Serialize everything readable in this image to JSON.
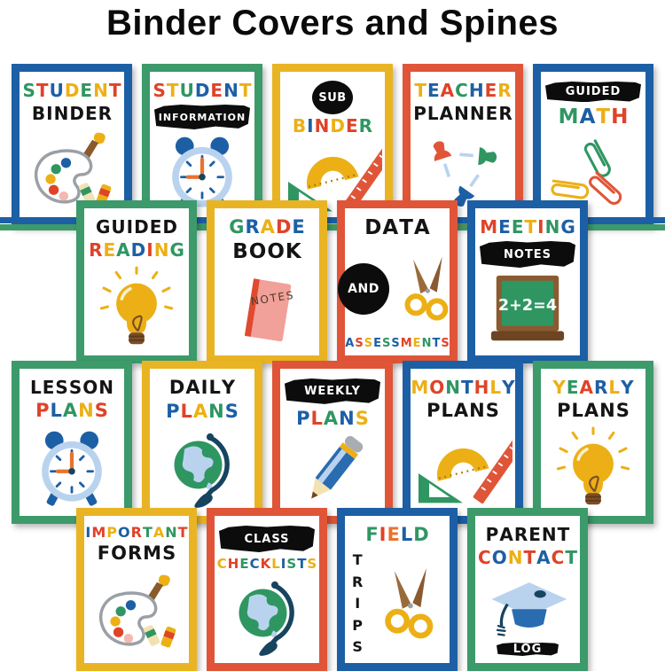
{
  "title": "Binder Covers and Spines",
  "palette": {
    "red": "#df4328",
    "orange": "#e8732e",
    "blue": "#1d5fa5",
    "green": "#2f9662",
    "yellow": "#ecb016",
    "black": "#141414"
  },
  "border_colors": {
    "blue": "#1d5fa5",
    "green": "#3d9a6a",
    "yellow": "#e9b424",
    "red": "#e05538"
  },
  "spines": {
    "behind_row": 2,
    "colors": [
      "blue",
      "green"
    ]
  },
  "covers": [
    {
      "name": "cover-student-binder",
      "border": "blue",
      "row": 1,
      "col": 0,
      "elements": [
        {
          "kind": "multi",
          "text": "STUDENT",
          "colors": [
            "green",
            "red",
            "blue",
            "yellow",
            "green",
            "yellow",
            "red"
          ]
        },
        {
          "kind": "plain",
          "text": "BINDER"
        },
        {
          "kind": "icon",
          "icon": "paint-palette-icon"
        }
      ]
    },
    {
      "name": "cover-student-information",
      "border": "green",
      "row": 1,
      "col": 1,
      "elements": [
        {
          "kind": "multi",
          "text": "STUDENT",
          "colors": [
            "red",
            "yellow",
            "green",
            "blue",
            "red",
            "blue",
            "yellow"
          ]
        },
        {
          "kind": "banner",
          "text": "INFORMATION"
        },
        {
          "kind": "icon",
          "icon": "alarm-clock-icon"
        }
      ]
    },
    {
      "name": "cover-sub-binder",
      "border": "yellow",
      "row": 1,
      "col": 2,
      "elements": [
        {
          "kind": "circle",
          "text": "SUB"
        },
        {
          "kind": "multi",
          "text": "BINDER",
          "colors": [
            "yellow",
            "blue",
            "red",
            "yellow",
            "red",
            "green"
          ]
        },
        {
          "kind": "icon",
          "icon": "geometry-tools-icon"
        }
      ]
    },
    {
      "name": "cover-teacher-planner",
      "border": "red",
      "row": 1,
      "col": 3,
      "elements": [
        {
          "kind": "multi",
          "text": "TEACHER",
          "colors": [
            "yellow",
            "blue",
            "red",
            "green",
            "blue",
            "red",
            "yellow"
          ]
        },
        {
          "kind": "plain",
          "text": "PLANNER"
        },
        {
          "kind": "icon",
          "icon": "push-pins-icon"
        }
      ]
    },
    {
      "name": "cover-guided-math",
      "border": "blue",
      "row": 1,
      "col": 4,
      "elements": [
        {
          "kind": "banner",
          "text": "GUIDED"
        },
        {
          "kind": "multi",
          "text": "MATH",
          "colors": [
            "green",
            "blue",
            "yellow",
            "red"
          ]
        },
        {
          "kind": "icon",
          "icon": "paper-clips-icon"
        }
      ]
    },
    {
      "name": "cover-guided-reading",
      "border": "green",
      "row": 2,
      "col": 0,
      "elements": [
        {
          "kind": "plain",
          "text": "GUIDED"
        },
        {
          "kind": "multi",
          "text": "READING",
          "colors": [
            "red",
            "yellow",
            "green",
            "blue",
            "red",
            "yellow",
            "green"
          ]
        },
        {
          "kind": "icon",
          "icon": "lightbulb-icon"
        }
      ]
    },
    {
      "name": "cover-grade-book",
      "border": "yellow",
      "row": 2,
      "col": 1,
      "elements": [
        {
          "kind": "multi",
          "text": "GRADE",
          "colors": [
            "green",
            "blue",
            "yellow",
            "red",
            "blue"
          ]
        },
        {
          "kind": "plain",
          "text": "BOOK"
        },
        {
          "kind": "icon",
          "icon": "notebook-icon",
          "label": "NOTES"
        }
      ]
    },
    {
      "name": "cover-data-assessments",
      "border": "red",
      "row": 2,
      "col": 2,
      "elements": [
        {
          "kind": "plain",
          "text": "DATA"
        },
        {
          "kind": "circle-icon-row",
          "text": "AND",
          "icon": "scissors-icon"
        },
        {
          "kind": "multi",
          "text": "ASSESSMENTS",
          "colors": [
            "blue",
            "red",
            "yellow",
            "blue",
            "green",
            "blue",
            "red",
            "yellow",
            "green",
            "blue",
            "red"
          ]
        }
      ]
    },
    {
      "name": "cover-meeting-notes",
      "border": "blue",
      "row": 2,
      "col": 3,
      "elements": [
        {
          "kind": "multi",
          "text": "MEETING",
          "colors": [
            "red",
            "blue",
            "green",
            "yellow",
            "red",
            "green",
            "blue"
          ]
        },
        {
          "kind": "banner",
          "text": "NOTES"
        },
        {
          "kind": "icon",
          "icon": "chalkboard-icon",
          "label": "2+2=4"
        }
      ]
    },
    {
      "name": "cover-lesson-plans",
      "border": "green",
      "row": 3,
      "col": 0,
      "elements": [
        {
          "kind": "plain",
          "text": "LESSON"
        },
        {
          "kind": "multi",
          "text": "PLANS",
          "colors": [
            "red",
            "blue",
            "green",
            "yellow",
            "red"
          ]
        },
        {
          "kind": "icon",
          "icon": "alarm-clock-icon"
        }
      ]
    },
    {
      "name": "cover-daily-plans",
      "border": "yellow",
      "row": 3,
      "col": 1,
      "elements": [
        {
          "kind": "plain",
          "text": "DAILY"
        },
        {
          "kind": "multi",
          "text": "PLANS",
          "colors": [
            "blue",
            "red",
            "yellow",
            "green",
            "blue"
          ]
        },
        {
          "kind": "icon",
          "icon": "globe-icon"
        }
      ]
    },
    {
      "name": "cover-weekly-plans",
      "border": "red",
      "row": 3,
      "col": 2,
      "elements": [
        {
          "kind": "banner",
          "text": "WEEKLY"
        },
        {
          "kind": "multi",
          "text": "PLANS",
          "colors": [
            "blue",
            "red",
            "green",
            "blue",
            "yellow"
          ]
        },
        {
          "kind": "icon",
          "icon": "pencil-icon"
        }
      ]
    },
    {
      "name": "cover-monthly-plans",
      "border": "blue",
      "row": 3,
      "col": 3,
      "elements": [
        {
          "kind": "multi",
          "text": "MONTHLY",
          "colors": [
            "yellow",
            "red",
            "green",
            "blue",
            "red",
            "yellow",
            "blue"
          ]
        },
        {
          "kind": "plain",
          "text": "PLANS"
        },
        {
          "kind": "icon",
          "icon": "geometry-tools-icon"
        }
      ]
    },
    {
      "name": "cover-yearly-plans",
      "border": "green",
      "row": 3,
      "col": 4,
      "elements": [
        {
          "kind": "multi",
          "text": "YEARLY",
          "colors": [
            "yellow",
            "green",
            "red",
            "blue",
            "yellow",
            "blue"
          ]
        },
        {
          "kind": "plain",
          "text": "PLANS"
        },
        {
          "kind": "icon",
          "icon": "lightbulb-icon"
        }
      ]
    },
    {
      "name": "cover-important-forms",
      "border": "yellow",
      "row": 4,
      "col": 0,
      "elements": [
        {
          "kind": "multi",
          "text": "IMPORTANT",
          "colors": [
            "blue",
            "red",
            "yellow",
            "blue",
            "red",
            "green",
            "yellow",
            "green",
            "red"
          ]
        },
        {
          "kind": "plain",
          "text": "FORMS"
        },
        {
          "kind": "icon",
          "icon": "paint-palette-icon"
        }
      ]
    },
    {
      "name": "cover-class-checklists",
      "border": "red",
      "row": 4,
      "col": 1,
      "elements": [
        {
          "kind": "banner",
          "text": "CLASS"
        },
        {
          "kind": "multi",
          "text": "CHECKLISTS",
          "colors": [
            "yellow",
            "red",
            "green",
            "blue",
            "red",
            "yellow",
            "blue",
            "green",
            "blue",
            "yellow"
          ]
        },
        {
          "kind": "icon",
          "icon": "globe-icon"
        }
      ]
    },
    {
      "name": "cover-field-trips",
      "border": "blue",
      "row": 4,
      "col": 2,
      "elements": [
        {
          "kind": "multi",
          "text": "FIELD",
          "colors": [
            "green",
            "red",
            "orange",
            "blue",
            "green"
          ]
        },
        {
          "kind": "vertical-icon-row",
          "text": "TRIPS",
          "icon": "scissors-icon"
        }
      ]
    },
    {
      "name": "cover-parent-contact-log",
      "border": "green",
      "row": 4,
      "col": 3,
      "elements": [
        {
          "kind": "plain",
          "text": "PARENT"
        },
        {
          "kind": "multi",
          "text": "CONTACT",
          "colors": [
            "red",
            "blue",
            "yellow",
            "red",
            "blue",
            "red",
            "green"
          ]
        },
        {
          "kind": "icon",
          "icon": "graduation-cap-icon"
        },
        {
          "kind": "banner",
          "text": "LOG",
          "small": true
        }
      ]
    }
  ]
}
